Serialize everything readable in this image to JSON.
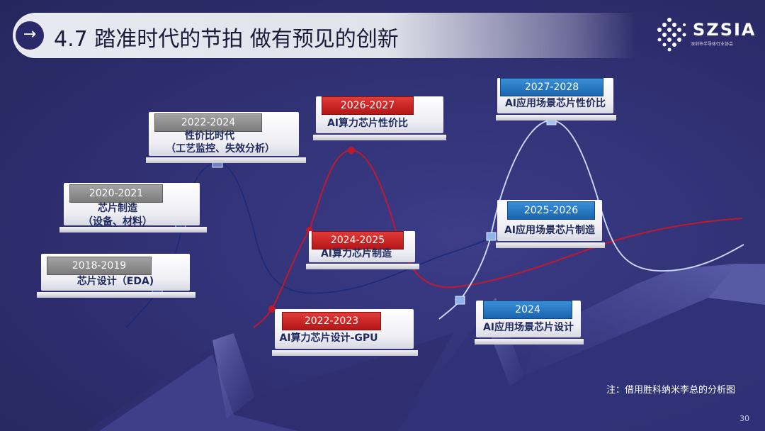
{
  "slide": {
    "title": "4.7 踏准时代的节拍 做有预见的创新",
    "page_number": "30",
    "note": "注：借用胜科纳米李总的分析图"
  },
  "logo": {
    "name": "SZSIA",
    "subtitle": "深圳市半导体行业协会"
  },
  "milestones": [
    {
      "period": "2018-2019",
      "lines": [
        "芯片设计（EDA)"
      ],
      "color": "gray"
    },
    {
      "period": "2020-2021",
      "lines": [
        "芯片制造",
        "（设备、材料）"
      ],
      "color": "gray"
    },
    {
      "period": "2022-2024",
      "lines": [
        "性价比时代",
        "（工艺监控、失效分析）"
      ],
      "color": "gray"
    },
    {
      "period": "2022-2023",
      "lines": [
        "AI算力芯片设计-GPU"
      ],
      "color": "red"
    },
    {
      "period": "2024-2025",
      "lines": [
        "AI算力芯片制造"
      ],
      "color": "red"
    },
    {
      "period": "2026-2027",
      "lines": [
        "AI算力芯片性价比"
      ],
      "color": "red"
    },
    {
      "period": "2024",
      "lines": [
        "AI应用场景芯片设计"
      ],
      "color": "blue"
    },
    {
      "period": "2025-2026",
      "lines": [
        "AI应用场景芯片制造"
      ],
      "color": "blue"
    },
    {
      "period": "2027-2028",
      "lines": [
        "AI应用场景芯片性价比"
      ],
      "color": "blue"
    }
  ],
  "colors": {
    "gray_tag": "#8c8c8c",
    "red_tag": "#c41f1f",
    "blue_tag": "#2677c4",
    "gray_curve": "#1a2a7a",
    "red_curve": "#c0192e",
    "blue_curve": "#b8c8f0"
  }
}
